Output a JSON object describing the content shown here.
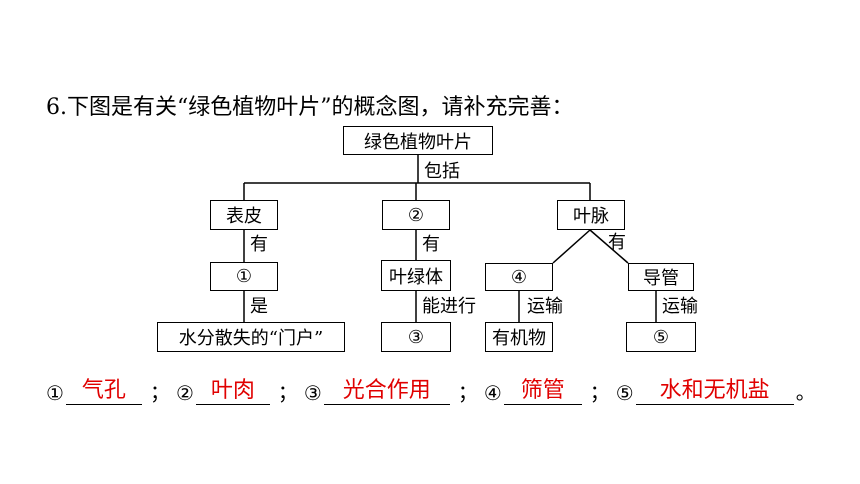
{
  "question": {
    "text": "6.下图是有关“绿色植物叶片”的概念图，请补充完善："
  },
  "diagram": {
    "root": "绿色植物叶片",
    "root_edge": "包括",
    "branches": [
      {
        "label": "表皮",
        "edge": "有",
        "child": "①",
        "child_edge": "是",
        "leaf": "水分散失的“门户”"
      },
      {
        "label": "②",
        "edge": "有",
        "child": "叶绿体",
        "child_edge": "能进行",
        "leaf": "③"
      },
      {
        "label": "叶脉",
        "edge": "有",
        "children": [
          {
            "label": "④",
            "edge": "运输",
            "leaf": "有机物"
          },
          {
            "label": "导管",
            "edge": "运输",
            "leaf": "⑤"
          }
        ]
      }
    ]
  },
  "answers": [
    {
      "marker": "①",
      "value": "气孔",
      "sep": "；"
    },
    {
      "marker": "②",
      "value": "叶肉",
      "sep": "；"
    },
    {
      "marker": "③",
      "value": "光合作用",
      "sep": "；"
    },
    {
      "marker": "④",
      "value": "筛管",
      "sep": "；"
    },
    {
      "marker": "⑤",
      "value": "水和无机盐",
      "sep": "。"
    }
  ],
  "colors": {
    "answer": "#e00000",
    "line": "#000000"
  }
}
